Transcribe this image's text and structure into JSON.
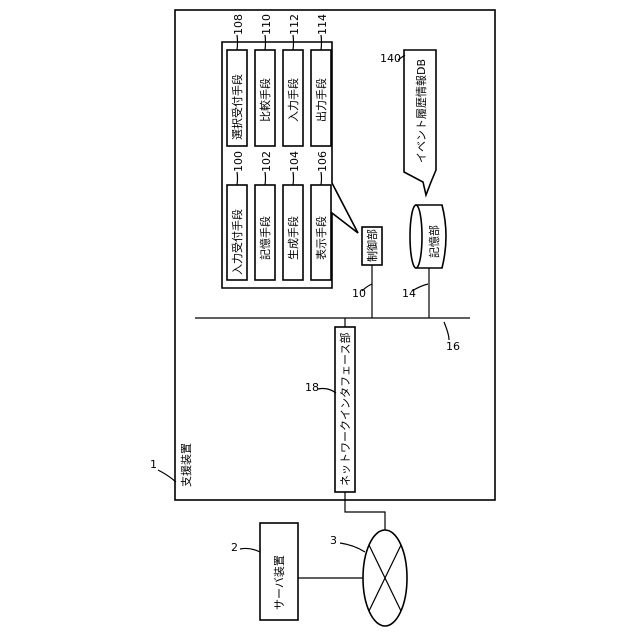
{
  "diagram": {
    "device_label": "支援装置",
    "device_number": "1",
    "server_label": "サーバ装置",
    "server_number": "2",
    "network_number": "3",
    "controller_label": "制御部",
    "controller_number": "10",
    "storage_label": "記憶部",
    "storage_number": "14",
    "bus_number": "16",
    "nic_label": "ネットワークインタフェース部",
    "nic_number": "18",
    "event_db_label": "イベント履歴情報DB",
    "event_db_number": "140",
    "means": [
      {
        "label": "入力受付手段",
        "number": "100"
      },
      {
        "label": "記憶手段",
        "number": "102"
      },
      {
        "label": "生成手段",
        "number": "104"
      },
      {
        "label": "表示手段",
        "number": "106"
      },
      {
        "label": "選択受付手段",
        "number": "108"
      },
      {
        "label": "比較手段",
        "number": "110"
      },
      {
        "label": "入力手段",
        "number": "112"
      },
      {
        "label": "出力手段",
        "number": "114"
      }
    ]
  }
}
